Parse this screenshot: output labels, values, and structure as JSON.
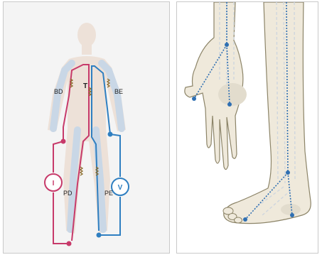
{
  "left_panel": {
    "labels": {
      "trunk": "T",
      "right_arm": "BD",
      "left_arm": "BE",
      "right_leg": "PD",
      "left_leg": "PE"
    },
    "meters": {
      "current_source": "I",
      "voltmeter": "V"
    },
    "colors": {
      "current_circuit": "#c73a6a",
      "voltage_circuit": "#2f7fc1",
      "body_fill": "#ede1d8",
      "limb_highlight": "#c9d7e6"
    }
  },
  "right_panel": {
    "colors": {
      "skin_fill": "#efe9db",
      "outline": "#8c8468",
      "electrode_path": "#2f6fb2",
      "lymph_dash": "#cfd6de"
    }
  }
}
